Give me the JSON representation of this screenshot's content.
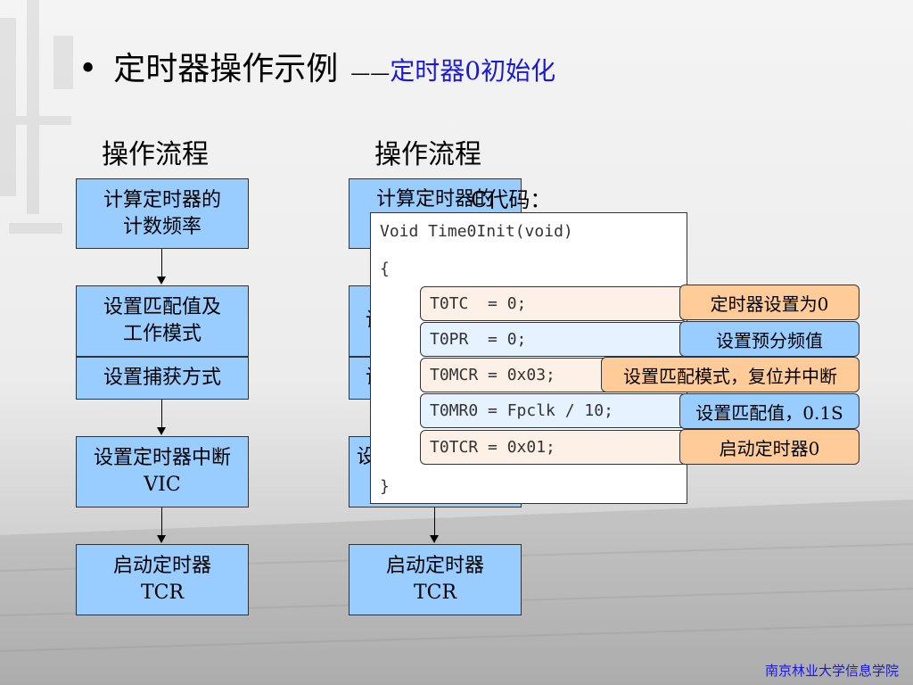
{
  "title": {
    "bullet": "•",
    "main": "定时器操作示例",
    "dash": "——",
    "sub": "定时器0初始化"
  },
  "flow_left": {
    "heading": "操作流程",
    "steps": [
      {
        "line1": "计算定时器的",
        "line2": "计数频率"
      },
      {
        "line1": "设置匹配值及",
        "line2": "工作模式"
      },
      {
        "line1": "设置捕获方式"
      },
      {
        "line1": "设置定时器中断",
        "line2": "VIC"
      },
      {
        "line1": "启动定时器",
        "line2": "TCR"
      }
    ]
  },
  "flow_right": {
    "heading": "操作流程",
    "steps": [
      {
        "line1": "计算定时器的"
      },
      {
        "line1": "设"
      },
      {
        "line1": "设"
      },
      {
        "line1": "设"
      },
      {
        "line1": "启动定时器",
        "line2": "TCR"
      }
    ]
  },
  "code": {
    "label": "C代码：",
    "header": "Void Time0Init(void)",
    "open_brace": "{",
    "close_brace": "}",
    "rows": [
      {
        "code": "T0TC  = 0;",
        "note": "定时器设置为0",
        "note_color": "#ffcc99"
      },
      {
        "code": "T0PR  = 0;",
        "note": "设置预分频值",
        "note_color": "#99ccff"
      },
      {
        "code": "T0MCR = 0x03;",
        "note": "设置匹配模式，复位并中断",
        "note_color": "#ffcc99"
      },
      {
        "code": "T0MR0 = Fpclk / 10;",
        "note": "设置匹配值，0.1S",
        "note_color": "#99ccff"
      },
      {
        "code": "T0TCR = 0x01;",
        "note": "启动定时器0",
        "note_color": "#ffcc99"
      }
    ]
  },
  "footer": "南京林业大学信息学院"
}
